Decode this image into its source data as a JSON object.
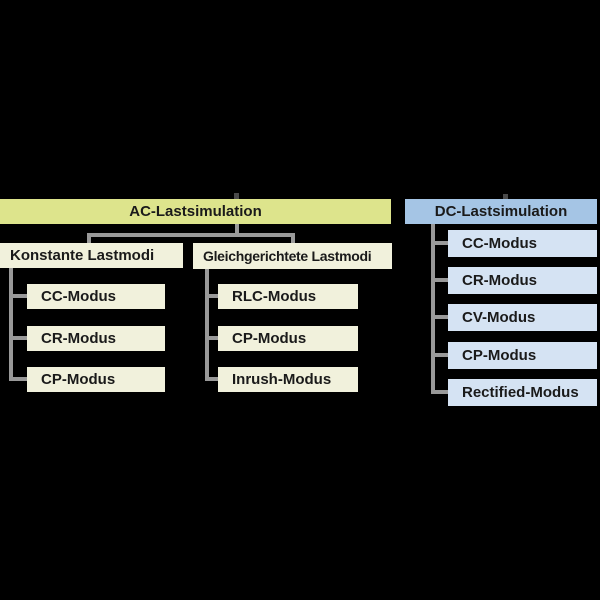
{
  "ac": {
    "header": "AC-Lastsimulation",
    "groups": [
      {
        "header": "Konstante Lastmodi",
        "items": [
          "CC-Modus",
          "CR-Modus",
          "CP-Modus"
        ]
      },
      {
        "header": "Gleichgerichtete Lastmodi",
        "items": [
          "RLC-Modus",
          "CP-Modus",
          "Inrush-Modus"
        ]
      }
    ]
  },
  "dc": {
    "header": "DC-Lastsimulation",
    "items": [
      "CC-Modus",
      "CR-Modus",
      "CV-Modus",
      "CP-Modus",
      "Rectified-Modus"
    ]
  },
  "colors": {
    "ac_header": "#dde48c",
    "ac_child": "#f1f1dc",
    "dc_header": "#a5c5e5",
    "dc_child": "#d5e3f3",
    "line": "#999999",
    "stub": "#4a4a4a",
    "text": "#1a1a1a",
    "background": "#000000"
  }
}
